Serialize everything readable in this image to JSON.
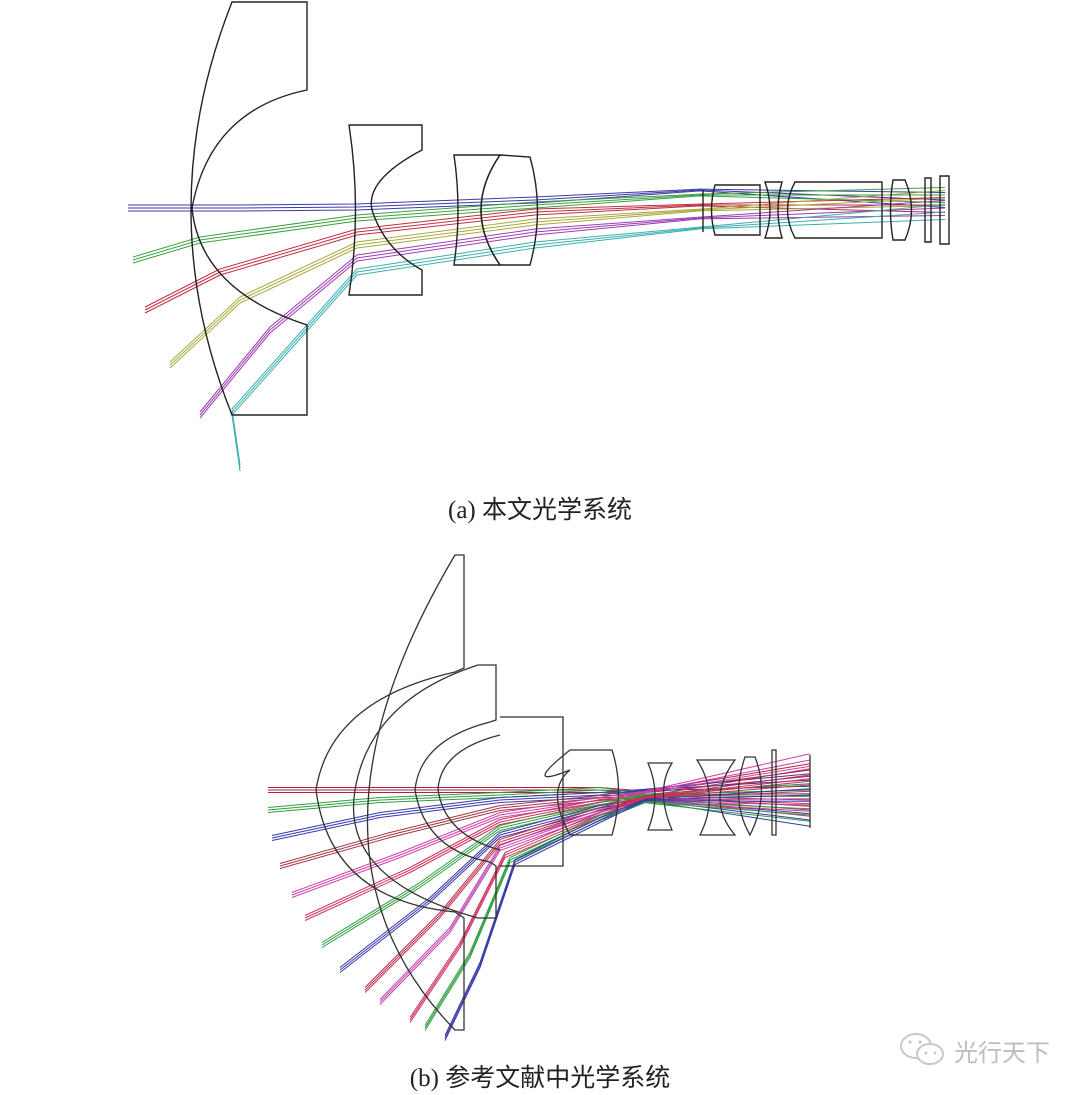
{
  "figure_a": {
    "caption": "(a) 本文光学系统",
    "ray_colors": [
      "#3c3ca8",
      "#3fa03f",
      "#c03040",
      "#a8a83c",
      "#9c3cb0",
      "#3cb0b0"
    ]
  },
  "figure_b": {
    "caption": "(b) 参考文献中光学系统",
    "ray_colors": [
      "#b02040",
      "#2f9f3f",
      "#3838a8",
      "#a03848",
      "#d040a8",
      "#d03060",
      "#2f9f3f",
      "#3838a8",
      "#c03050",
      "#c040b0",
      "#d03060",
      "#2f9f3f",
      "#3838a8"
    ]
  },
  "watermark": {
    "icon": "wechat-icon",
    "text": "光行天下"
  }
}
